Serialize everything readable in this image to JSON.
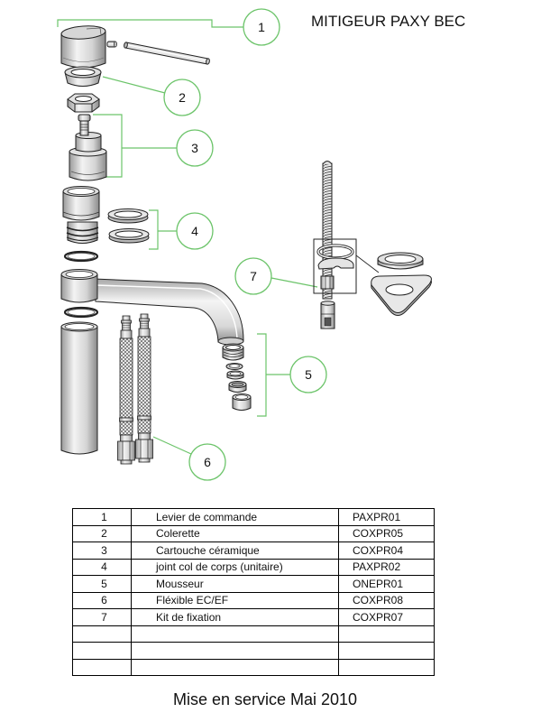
{
  "title": "MITIGEUR PAXY BEC",
  "callouts": [
    "1",
    "2",
    "3",
    "4",
    "5",
    "6",
    "7"
  ],
  "parts": [
    {
      "num": "1",
      "name": "Levier de commande",
      "ref": "PAXPR01"
    },
    {
      "num": "2",
      "name": "Colerette",
      "ref": "COXPR05"
    },
    {
      "num": "3",
      "name": "Cartouche céramique",
      "ref": "COXPR04"
    },
    {
      "num": "4",
      "name": "joint col de corps (unitaire)",
      "ref": "PAXPR02"
    },
    {
      "num": "5",
      "name": "Mousseur",
      "ref": "ONEPR01"
    },
    {
      "num": "6",
      "name": "Fléxible EC/EF",
      "ref": "COXPR08"
    },
    {
      "num": "7",
      "name": "Kit de fixation",
      "ref": "COXPR07"
    }
  ],
  "footer": "Mise en service Mai 2010",
  "colors": {
    "callout": "#6cc46a"
  }
}
